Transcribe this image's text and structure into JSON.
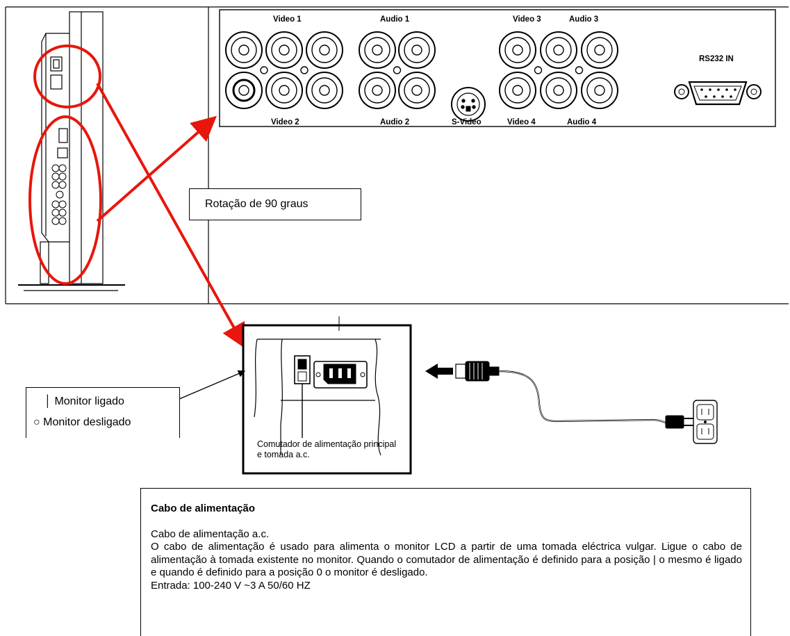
{
  "panel_labels": {
    "video1": "Video 1",
    "audio1": "Audio 1",
    "video3": "Video 3",
    "audio3": "Audio 3",
    "rs232": "RS232 IN",
    "video2": "Video 2",
    "audio2": "Audio 2",
    "svideo": "S-Video",
    "video4": "Video 4",
    "audio4": "Audio 4"
  },
  "rotation_label": "Rotação de 90 graus",
  "switch_legend": {
    "on": "│ Monitor ligado",
    "off": "○ Monitor desligado"
  },
  "switch_caption": "Comutador de alimentação principal e tomada a.c.",
  "power_cable": {
    "title": "Cabo de alimentação",
    "subtitle": "Cabo de alimentação a.c.",
    "description": "O cabo de alimentação é usado para alimenta o monitor LCD a partir de uma tomada eléctrica vulgar. Ligue o cabo de alimentação à tomada existente no monitor. Quando o comutador de alimentação é definido para a posição | o mesmo é ligado e quando é definido para a posição 0 o monitor é desligado.",
    "input": "Entrada: 100-240 V ~3 A 50/60 HZ"
  },
  "colors": {
    "highlight_red": "#e8160c",
    "line": "#000000"
  }
}
